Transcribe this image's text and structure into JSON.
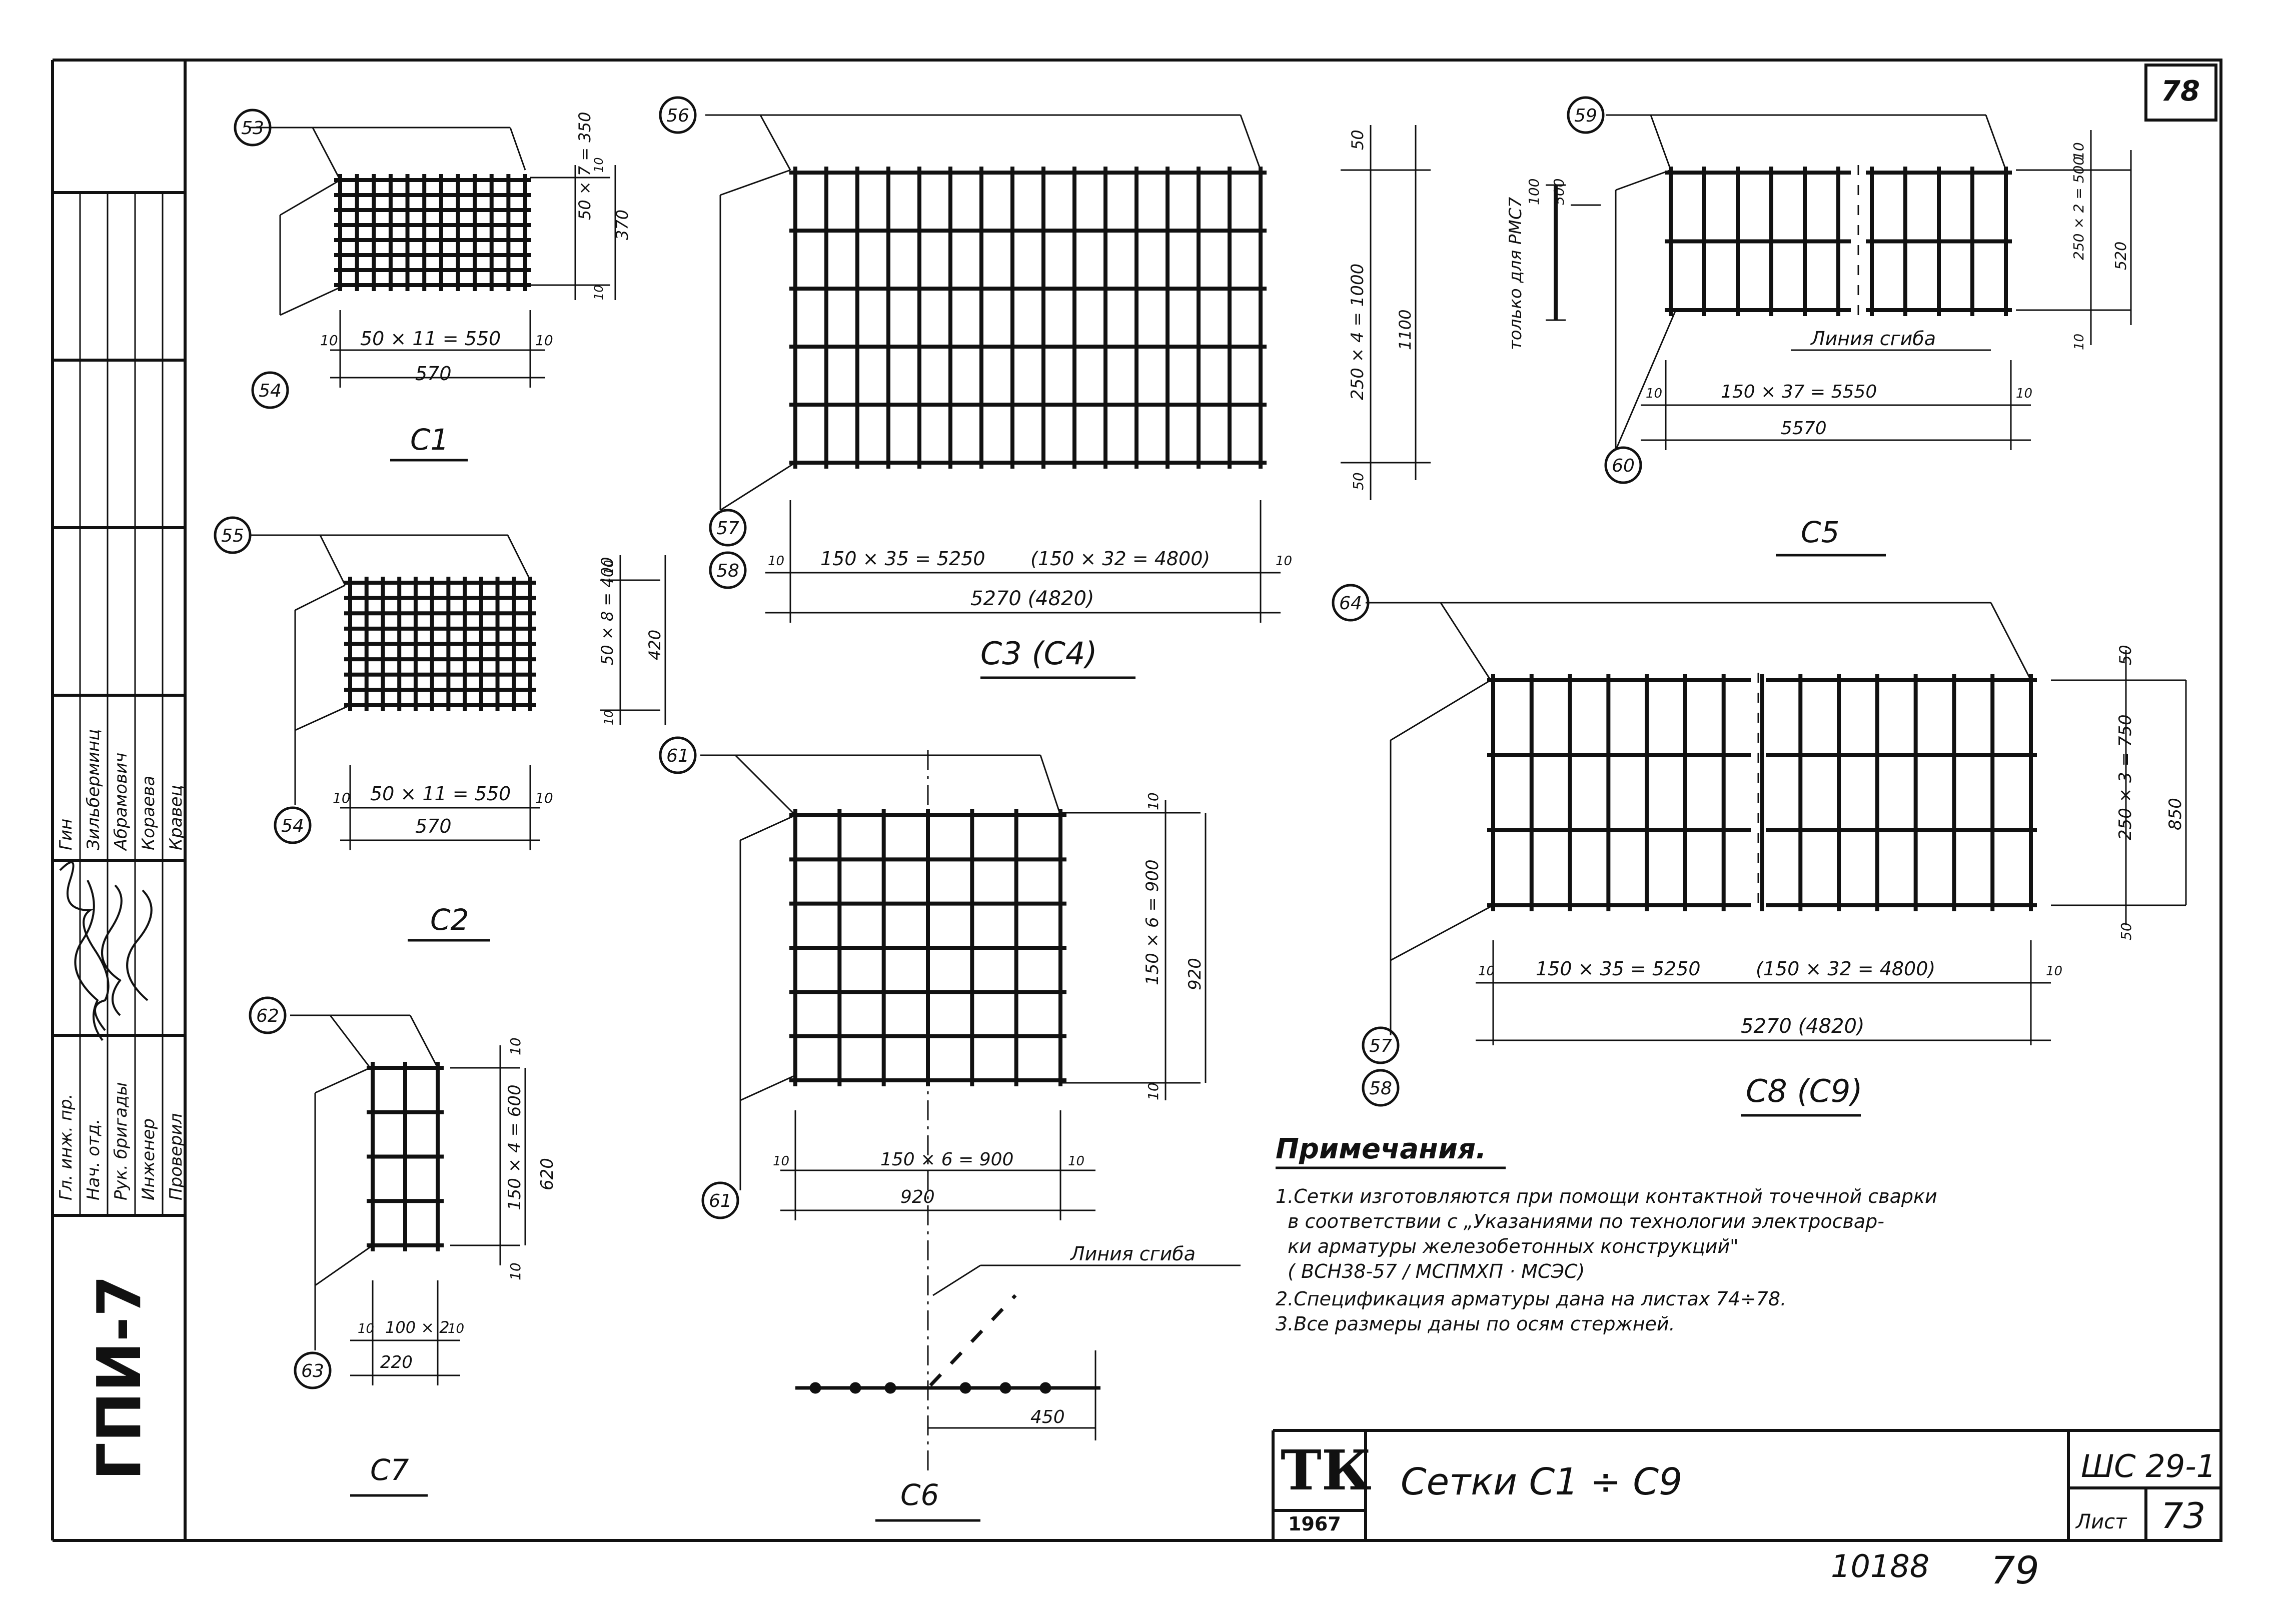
{
  "sheet": {
    "corner_number": "78",
    "side_stamp": "ГПИ-7",
    "bottom_numbers": [
      "10188",
      "79"
    ]
  },
  "staff": {
    "roles": [
      "Гл. инж. пр.",
      "Нач. отд.",
      "Рук. бригады",
      "Инженер",
      "Проверил"
    ],
    "names": [
      "Гин",
      "Зильберминц",
      "Абрамович",
      "Кораева",
      "Кравец"
    ]
  },
  "title_block": {
    "logo": "ТК",
    "year": "1967",
    "title": "Сетки С1 ÷ С9",
    "code": "ШС 29-1",
    "sheet_label": "Лист",
    "sheet_number": "73"
  },
  "meshes": {
    "c1": {
      "label": "С1",
      "markers": [
        "53",
        "54"
      ],
      "dims": [
        "50 × 7 = 350",
        "370",
        "10",
        "10",
        "50 × 11 = 550",
        "570",
        "10",
        "10"
      ]
    },
    "c2": {
      "label": "С2",
      "markers": [
        "55",
        "54"
      ],
      "dims": [
        "50 × 8 = 400",
        "420",
        "10",
        "10",
        "50 × 11 = 550",
        "570",
        "10",
        "10"
      ]
    },
    "c3": {
      "label": "С3 (С4)",
      "markers": [
        "56",
        "57",
        "58"
      ],
      "dims": [
        "50",
        "250 × 4 = 1000",
        "1100",
        "50",
        "150 × 35 = 5250",
        "(150 × 32 = 4800)",
        "5270 (4820)",
        "10",
        "10"
      ]
    },
    "c5": {
      "label": "С5",
      "markers": [
        "59",
        "60"
      ],
      "note": "только для РМС7",
      "note_dim": "100",
      "note_dim2": "500",
      "bend_line": "Линия сгиба",
      "dims": [
        "10",
        "250 × 2 = 500",
        "520",
        "10",
        "150 × 37 = 5550",
        "5570",
        "10",
        "10"
      ]
    },
    "c6": {
      "label": "С6",
      "markers": [
        "61",
        "61"
      ],
      "bend_line": "Линия сгиба",
      "dims": [
        "10",
        "150 × 6 = 900",
        "920",
        "10",
        "150 × 6 = 900",
        "920",
        "10",
        "10",
        "450"
      ]
    },
    "c7": {
      "label": "С7",
      "markers": [
        "62",
        "63"
      ],
      "dims": [
        "10",
        "150 × 4 = 600",
        "620",
        "10",
        "100 × 2",
        "220",
        "10",
        "10"
      ]
    },
    "c8": {
      "label": "С8 (С9)",
      "markers": [
        "64",
        "57",
        "58"
      ],
      "dims": [
        "50",
        "250 × 3 = 750",
        "850",
        "50",
        "150 × 35 = 5250",
        "(150 × 32 = 4800)",
        "5270 (4820)",
        "10",
        "10"
      ]
    }
  },
  "notes": {
    "heading": "Примечания.",
    "lines": [
      "1.Сетки изготовляются при помощи контактной точечной сварки",
      "  в соответствии с „Указаниями по технологии электросвар-",
      "  ки арматуры железобетонных конструкций\"",
      "  ( ВСН38-57 / МСПМХП · МСЭС)",
      "2.Спецификация арматуры дана на листах 74÷78.",
      "3.Все размеры даны по осям стержней."
    ]
  }
}
